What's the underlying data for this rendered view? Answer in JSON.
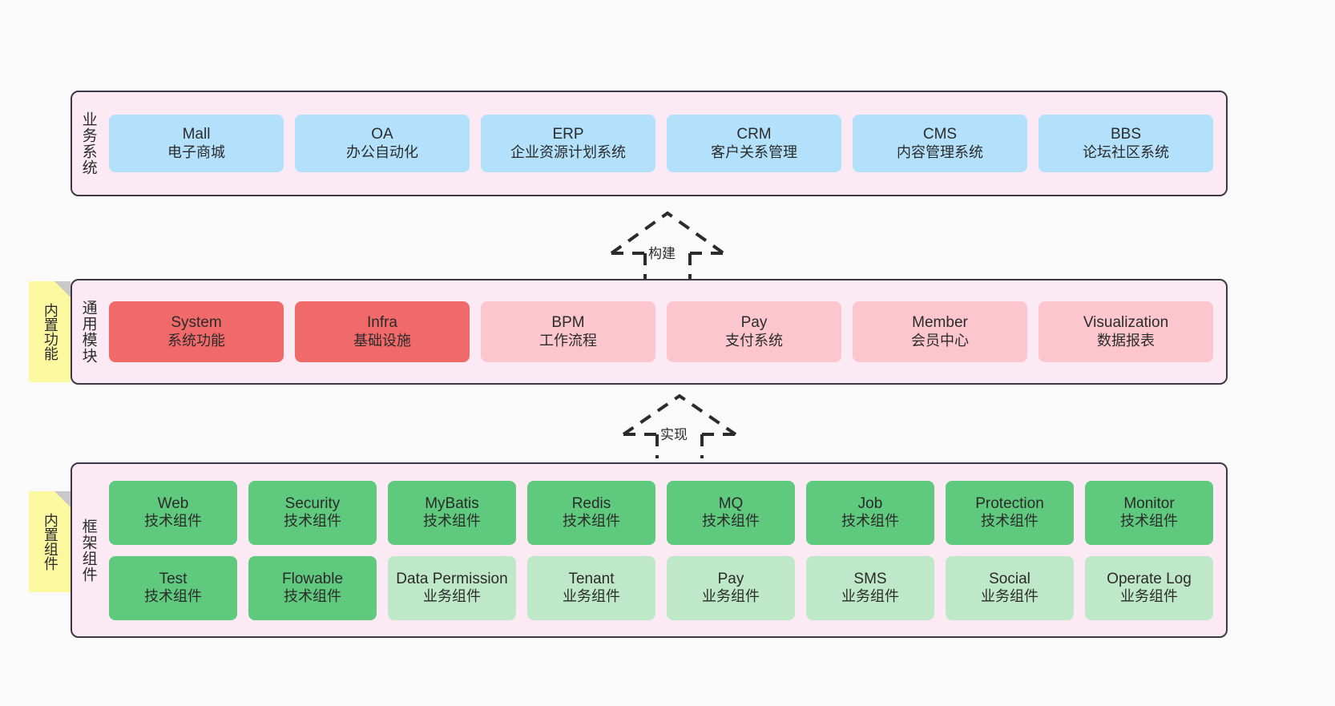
{
  "diagram": {
    "background_color": "#fafafa",
    "band_fill": "#fbeaf4",
    "band_stroke": "#3d3846"
  },
  "notes": [
    {
      "id": "note-common",
      "text": "内置功能",
      "color": "#fcf8a0"
    },
    {
      "id": "note-framework",
      "text": "内置组件",
      "color": "#fcf8a0"
    }
  ],
  "connectors": [
    {
      "id": "conn-build",
      "label": "构建",
      "style": "dashed-hollow-arrow",
      "direction": "up"
    },
    {
      "id": "conn-implement",
      "label": "实现",
      "style": "dashed-hollow-arrow",
      "direction": "up"
    }
  ],
  "layers": [
    {
      "id": "business",
      "title": "业务系统",
      "rows": [
        {
          "nodes": [
            {
              "title": "Mall",
              "sub": "电子商城",
              "color": "#b3e0fb",
              "variant": "c-blue"
            },
            {
              "title": "OA",
              "sub": "办公自动化",
              "color": "#b3e0fb",
              "variant": "c-blue"
            },
            {
              "title": "ERP",
              "sub": "企业资源计划系统",
              "color": "#b3e0fb",
              "variant": "c-blue"
            },
            {
              "title": "CRM",
              "sub": "客户关系管理",
              "color": "#b3e0fb",
              "variant": "c-blue"
            },
            {
              "title": "CMS",
              "sub": "内容管理系统",
              "color": "#b3e0fb",
              "variant": "c-blue"
            },
            {
              "title": "BBS",
              "sub": "论坛社区系统",
              "color": "#b3e0fb",
              "variant": "c-blue"
            }
          ]
        }
      ]
    },
    {
      "id": "common",
      "title": "通用模块",
      "rows": [
        {
          "nodes": [
            {
              "title": "System",
              "sub": "系统功能",
              "color": "#f16a6a",
              "variant": "c-red"
            },
            {
              "title": "Infra",
              "sub": "基础设施",
              "color": "#f16a6a",
              "variant": "c-red"
            },
            {
              "title": "BPM",
              "sub": "工作流程",
              "color": "#fbc6cd",
              "variant": "c-pink"
            },
            {
              "title": "Pay",
              "sub": "支付系统",
              "color": "#fbc6cd",
              "variant": "c-pink"
            },
            {
              "title": "Member",
              "sub": "会员中心",
              "color": "#fbc6cd",
              "variant": "c-pink"
            },
            {
              "title": "Visualization",
              "sub": "数据报表",
              "color": "#fbc6cd",
              "variant": "c-pink"
            }
          ]
        }
      ]
    },
    {
      "id": "framework",
      "title": "框架组件",
      "rows": [
        {
          "nodes": [
            {
              "title": "Web",
              "sub": "技术组件",
              "color": "#5fc97e",
              "variant": "c-green"
            },
            {
              "title": "Security",
              "sub": "技术组件",
              "color": "#5fc97e",
              "variant": "c-green"
            },
            {
              "title": "MyBatis",
              "sub": "技术组件",
              "color": "#5fc97e",
              "variant": "c-green"
            },
            {
              "title": "Redis",
              "sub": "技术组件",
              "color": "#5fc97e",
              "variant": "c-green"
            },
            {
              "title": "MQ",
              "sub": "技术组件",
              "color": "#5fc97e",
              "variant": "c-green"
            },
            {
              "title": "Job",
              "sub": "技术组件",
              "color": "#5fc97e",
              "variant": "c-green"
            },
            {
              "title": "Protection",
              "sub": "技术组件",
              "color": "#5fc97e",
              "variant": "c-green"
            },
            {
              "title": "Monitor",
              "sub": "技术组件",
              "color": "#5fc97e",
              "variant": "c-green"
            }
          ]
        },
        {
          "nodes": [
            {
              "title": "Test",
              "sub": "技术组件",
              "color": "#5fc97e",
              "variant": "c-green"
            },
            {
              "title": "Flowable",
              "sub": "技术组件",
              "color": "#5fc97e",
              "variant": "c-green"
            },
            {
              "title": "Data Permission",
              "sub": "业务组件",
              "color": "#bfe8c8",
              "variant": "c-lgreen"
            },
            {
              "title": "Tenant",
              "sub": "业务组件",
              "color": "#bfe8c8",
              "variant": "c-lgreen"
            },
            {
              "title": "Pay",
              "sub": "业务组件",
              "color": "#bfe8c8",
              "variant": "c-lgreen"
            },
            {
              "title": "SMS",
              "sub": "业务组件",
              "color": "#bfe8c8",
              "variant": "c-lgreen"
            },
            {
              "title": "Social",
              "sub": "业务组件",
              "color": "#bfe8c8",
              "variant": "c-lgreen"
            },
            {
              "title": "Operate Log",
              "sub": "业务组件",
              "color": "#bfe8c8",
              "variant": "c-lgreen"
            }
          ]
        }
      ]
    }
  ]
}
